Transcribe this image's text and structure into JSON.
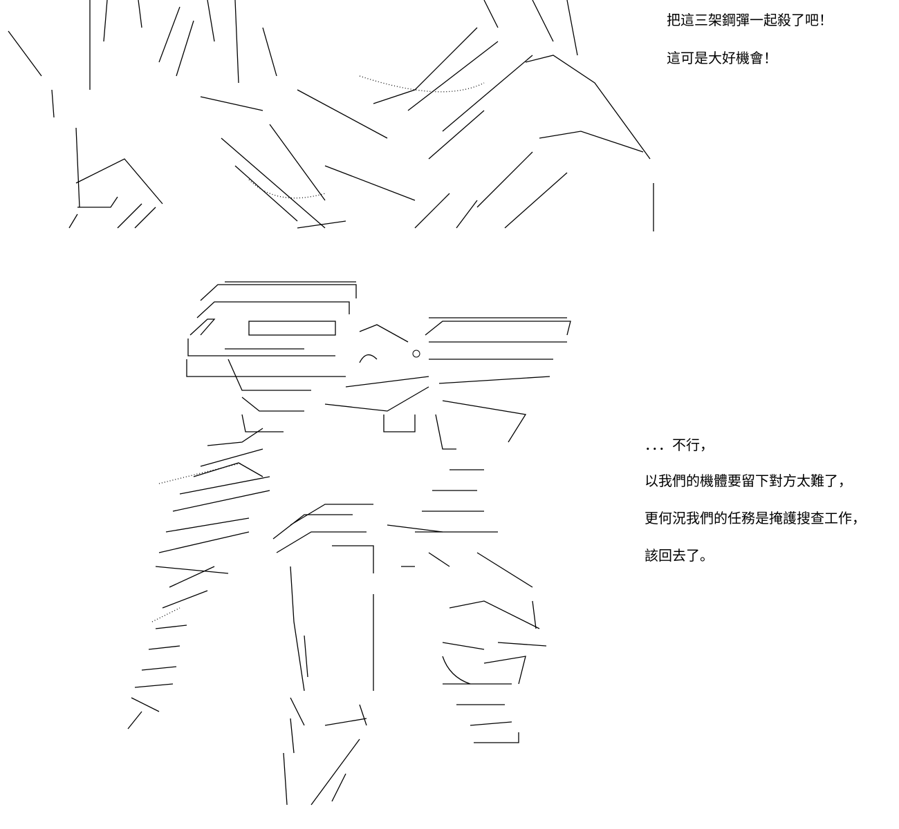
{
  "dialogue_top": [
    "把這三架鋼彈一起殺了吧！",
    "這可是大好機會！"
  ],
  "dialogue_bottom": [
    "．．．不行，",
    "以我們的機體要留下對方太難了，",
    "更何況我們的任務是掩護搜查工作，",
    "該回去了。"
  ]
}
